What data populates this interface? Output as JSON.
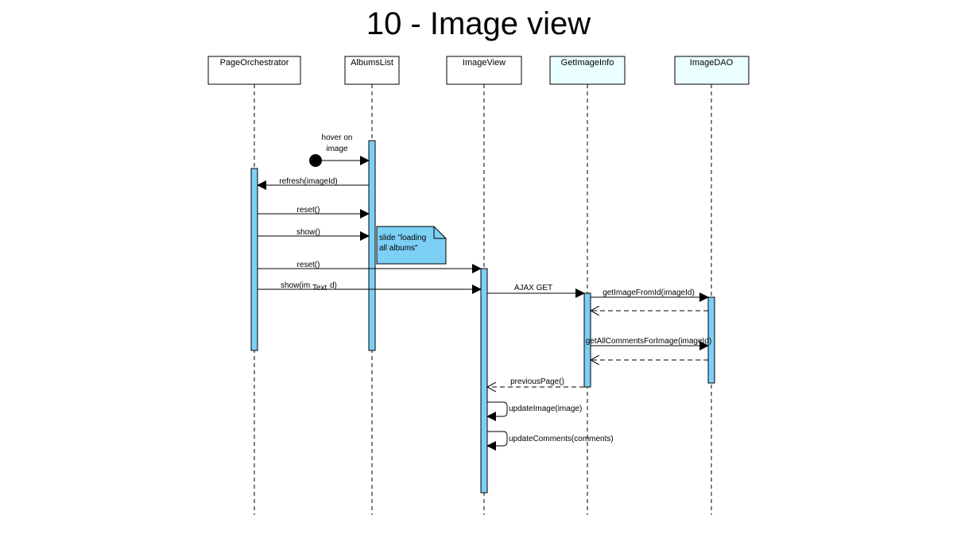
{
  "title": "10 - Image view",
  "colors": {
    "activation_fill": "#7ccff5",
    "white_header_fill": "#ffffff",
    "tinted_header_fill": "#eaffff",
    "note_fill": "#7ccff5",
    "line": "#000000"
  },
  "participants": [
    {
      "name": "PageOrchestrator",
      "fill": "white"
    },
    {
      "name": "AlbumsList",
      "fill": "white"
    },
    {
      "name": "ImageView",
      "fill": "white"
    },
    {
      "name": "GetImageInfo",
      "fill": "tinted"
    },
    {
      "name": "ImageDAO",
      "fill": "tinted"
    }
  ],
  "initial_message": {
    "label_line1": "hover on",
    "label_line2": "image"
  },
  "messages": {
    "refresh": "refresh(imageId)",
    "reset_albums": "reset()",
    "show_albums": "show()",
    "reset_view": "reset()",
    "show_view": "show(im",
    "show_view_tail": "d)",
    "text_overlay": "Text",
    "ajax_get": "AJAX GET",
    "get_image": "getImageFromId(imageId)",
    "get_comments": "getAllCommentsForImage(imageId)",
    "previous_page": "previousPage()",
    "update_image": "updateImage(image)",
    "update_comments": "updateComments(comments)"
  },
  "note": {
    "line1": "slide \"loading",
    "line2": "all albums\""
  }
}
